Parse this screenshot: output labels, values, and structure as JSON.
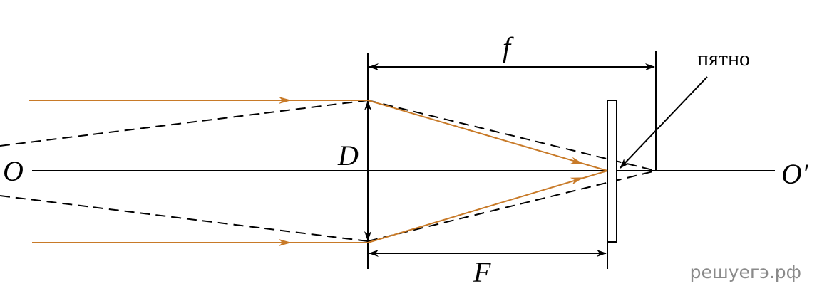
{
  "labels": {
    "axis_left": "O",
    "axis_right": "O′",
    "diameter": "D",
    "focal_length": "F",
    "screen_distance": "f",
    "spot": "пятно"
  },
  "colors": {
    "ray": "#c87a28",
    "line": "#000000"
  },
  "watermark": "решуегэ.рф"
}
